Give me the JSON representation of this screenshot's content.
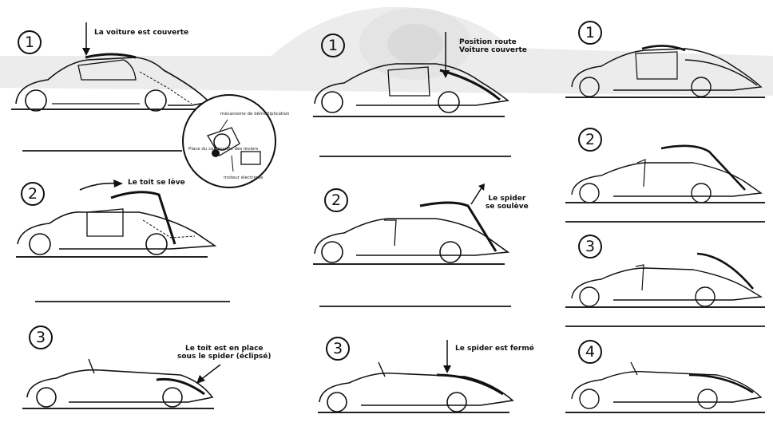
{
  "columns": [
    {
      "steps": [
        {
          "number": "1",
          "label": "La voiture est couverte"
        },
        {
          "number": "2",
          "label": "Le toit se lève"
        },
        {
          "number": "3",
          "label": "Le toit est en place\nsous le spider (éclipsé)"
        }
      ]
    },
    {
      "steps": [
        {
          "number": "1",
          "label": "Position route\nVoiture couverte"
        },
        {
          "number": "2",
          "label": "Le spider\nse soulève"
        },
        {
          "number": "3",
          "label": "Le spider est fermé"
        }
      ]
    },
    {
      "steps": [
        {
          "number": "1",
          "label": ""
        },
        {
          "number": "2",
          "label": ""
        },
        {
          "number": "3",
          "label": ""
        },
        {
          "number": "4",
          "label": ""
        }
      ]
    }
  ],
  "detail": {
    "labels": [
      "mécanisme de démultiplication",
      "Place du commande des leviers",
      "moteur électrique"
    ]
  },
  "colors": {
    "ink": "#111111",
    "watermark": "#e6e6e6"
  }
}
